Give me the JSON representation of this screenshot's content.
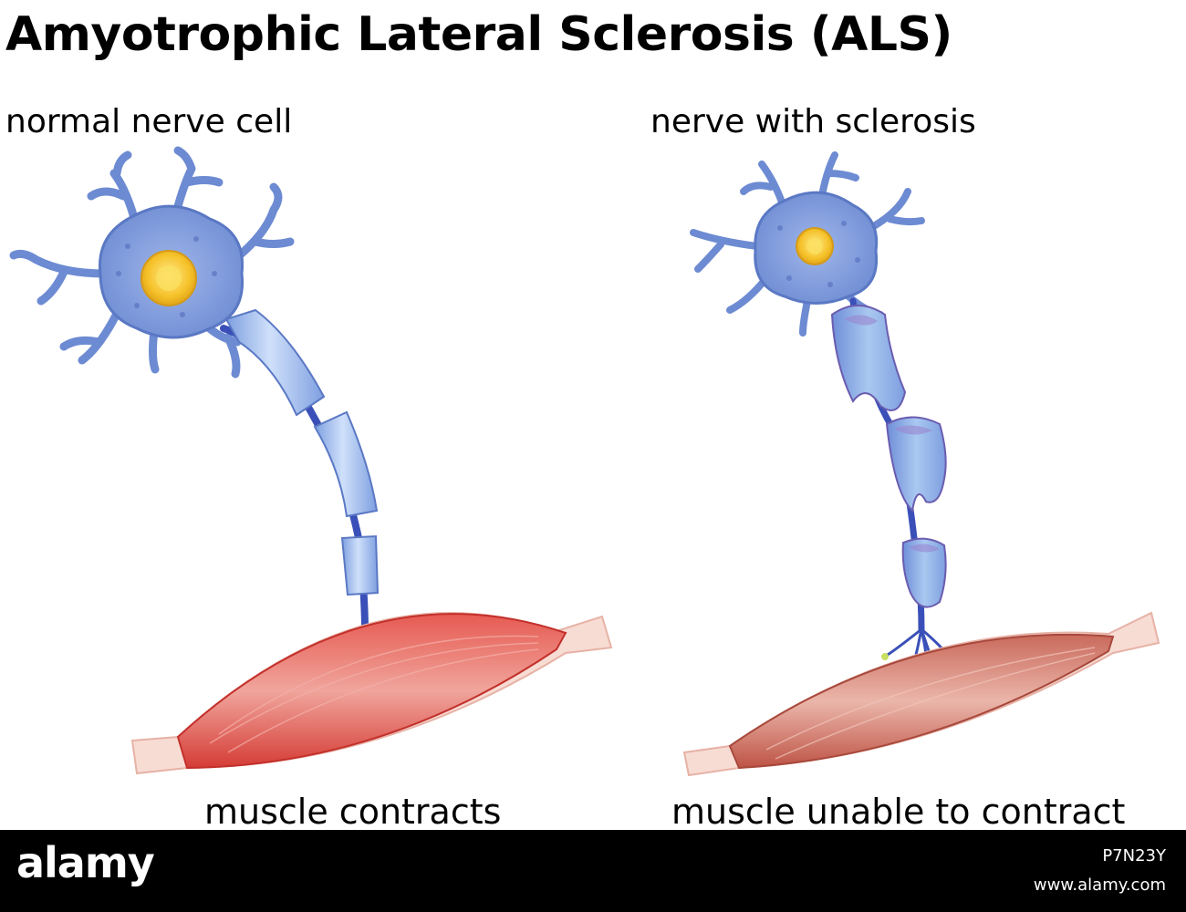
{
  "title": "Amyotrophic Lateral Sclerosis (ALS)",
  "panels": {
    "normal": {
      "label": "normal nerve cell",
      "caption": "muscle contracts"
    },
    "sclerosis": {
      "label": "nerve with sclerosis",
      "caption": "muscle unable to contract"
    }
  },
  "footer": {
    "logo": "alamy",
    "image_id": "P7N23Y",
    "url": "www.alamy.com"
  },
  "colors": {
    "neuron_body": "#7896d6",
    "neuron_outline": "#5a78c4",
    "nucleus": "#f6c22a",
    "nucleus_center": "#fbe060",
    "axon_sheath": "#a8c6ee",
    "axon_core": "#3a50b8",
    "muscle_healthy": "#e04a44",
    "muscle_weak": "#c8685a",
    "tendon": "#f7dcd4"
  }
}
